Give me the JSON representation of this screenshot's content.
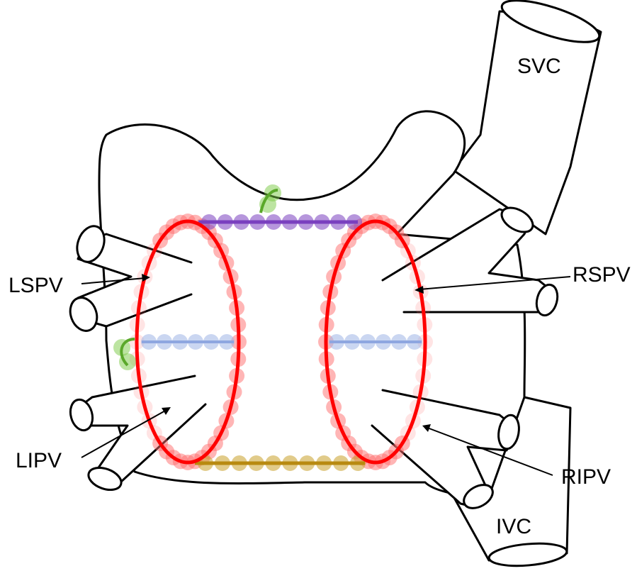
{
  "labels": {
    "svc": "SVC",
    "ivc": "IVC",
    "lspv": "LSPV",
    "lipv": "LIPV",
    "rspv": "RSPV",
    "ripv": "RIPV"
  },
  "colors": {
    "ablation_ring": "#ff0000",
    "lesion_dot": "#ff6b6b",
    "roof_line": "#7a3fbf",
    "floor_line": "#c8a02a",
    "mid_line": "#9fb4e6",
    "gap_marker": "#7ac943",
    "outline": "#000000"
  }
}
